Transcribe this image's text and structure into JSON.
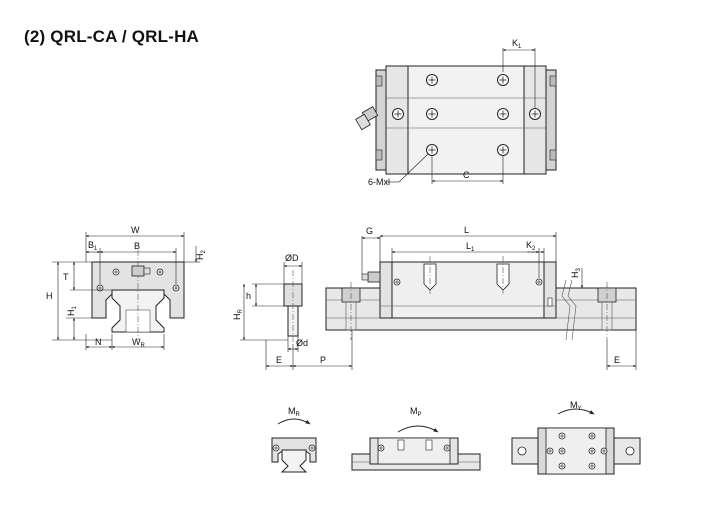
{
  "title": "(2) QRL-CA / QRL-HA",
  "top_view": {
    "dim_k1": "K",
    "dim_k1_sub": "1",
    "dim_c": "C",
    "callout_holes": "6-Mxl"
  },
  "front_view": {
    "dim_w": "W",
    "dim_b1": "B",
    "dim_b1_sub": "1",
    "dim_b": "B",
    "dim_h2": "H",
    "dim_h2_sub": "2",
    "dim_t": "T",
    "dim_h": "H",
    "dim_h1": "H",
    "dim_h1_sub": "1",
    "dim_n": "N",
    "dim_wr": "W",
    "dim_wr_sub": "R"
  },
  "rail_section": {
    "dim_od_big": "ØD",
    "dim_h_small": "h",
    "dim_hr": "H",
    "dim_hr_sub": "R",
    "dim_od_small": "Ød",
    "dim_e": "E",
    "dim_p": "P"
  },
  "side_view": {
    "dim_g": "G",
    "dim_l": "L",
    "dim_l1": "L",
    "dim_l1_sub": "1",
    "dim_k2": "K",
    "dim_k2_sub": "2",
    "dim_h3": "H",
    "dim_h3_sub": "3",
    "dim_e_right": "E"
  },
  "moments": {
    "roll": "M",
    "roll_sub": "R",
    "pitch": "M",
    "pitch_sub": "P",
    "yaw": "M",
    "yaw_sub": "Y"
  }
}
